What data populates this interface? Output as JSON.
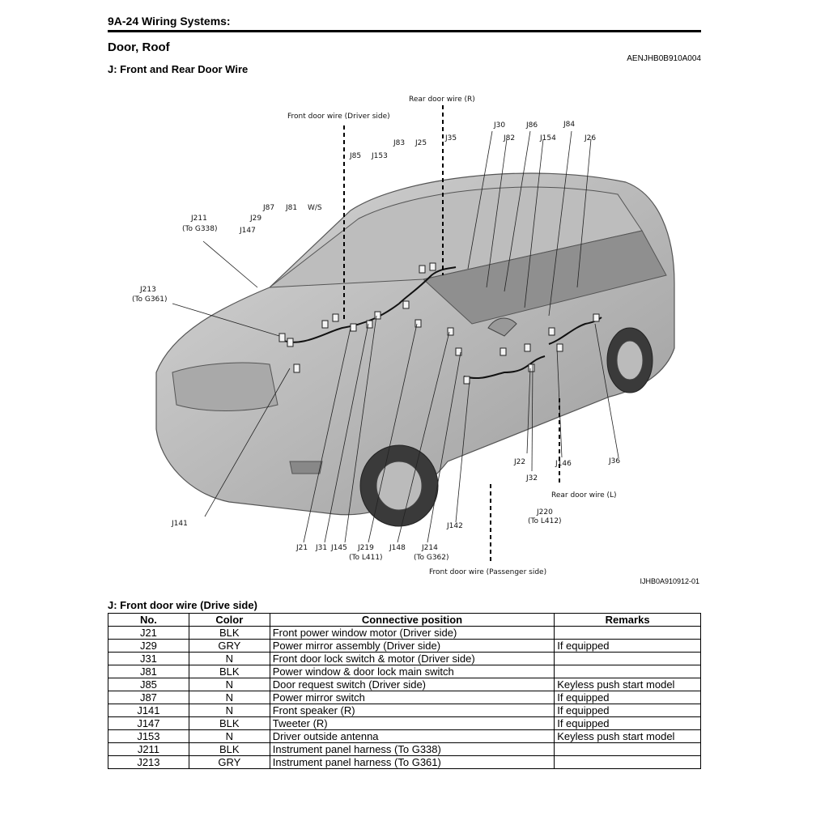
{
  "header": {
    "page_title": "9A-24   Wiring Systems:"
  },
  "section": {
    "title": "Door, Roof",
    "doc_code": "AENJHB0B910A004"
  },
  "subsection": {
    "title": "J: Front and Rear Door Wire"
  },
  "figure": {
    "code": "IJHB0A910912-01",
    "callouts": {
      "rear_door_wire_r": "Rear door wire (R)",
      "front_door_wire_driver": "Front door wire (Driver side)",
      "rear_door_wire_l": "Rear door wire (L)",
      "front_door_wire_passenger": "Front door wire (Passenger side)",
      "j30": "J30",
      "j86": "J86",
      "j84": "J84",
      "j82": "J82",
      "j154": "J154",
      "j26": "J26",
      "j83": "J83",
      "j25": "J25",
      "j35": "J35",
      "j85": "J85",
      "j153": "J153",
      "j87": "J87",
      "j81": "J81",
      "ws": "W/S",
      "j211": "J211",
      "j211_to": "(To G338)",
      "j29": "J29",
      "j147": "J147",
      "j213": "J213",
      "j213_to": "(To G361)",
      "j141": "J141",
      "j21": "J21",
      "j31": "J31",
      "j145": "J145",
      "j219": "J219",
      "j219_to": "(To L411)",
      "j148": "J148",
      "j214": "J214",
      "j214_to": "(To G362)",
      "j142": "J142",
      "j22": "J22",
      "j32": "J32",
      "j146": "J146",
      "j36": "J36",
      "j220": "J220",
      "j220_to": "(To L412)"
    }
  },
  "table": {
    "caption": "J: Front door wire (Drive side)",
    "headers": {
      "no": "No.",
      "color": "Color",
      "position": "Connective position",
      "remarks": "Remarks"
    },
    "rows": [
      {
        "no": "J21",
        "color": "BLK",
        "position": "Front power window motor (Driver side)",
        "remarks": ""
      },
      {
        "no": "J29",
        "color": "GRY",
        "position": "Power mirror assembly (Driver side)",
        "remarks": "If equipped"
      },
      {
        "no": "J31",
        "color": "N",
        "position": "Front door lock switch & motor (Driver side)",
        "remarks": ""
      },
      {
        "no": "J81",
        "color": "BLK",
        "position": "Power window & door lock main switch",
        "remarks": ""
      },
      {
        "no": "J85",
        "color": "N",
        "position": "Door request switch (Driver side)",
        "remarks": "Keyless push start model"
      },
      {
        "no": "J87",
        "color": "N",
        "position": "Power mirror switch",
        "remarks": "If equipped"
      },
      {
        "no": "J141",
        "color": "N",
        "position": "Front speaker (R)",
        "remarks": "If equipped"
      },
      {
        "no": "J147",
        "color": "BLK",
        "position": "Tweeter (R)",
        "remarks": "If equipped"
      },
      {
        "no": "J153",
        "color": "N",
        "position": "Driver outside antenna",
        "remarks": "Keyless push start model"
      },
      {
        "no": "J211",
        "color": "BLK",
        "position": "Instrument panel harness (To G338)",
        "remarks": ""
      },
      {
        "no": "J213",
        "color": "GRY",
        "position": "Instrument panel harness (To G361)",
        "remarks": ""
      }
    ]
  }
}
